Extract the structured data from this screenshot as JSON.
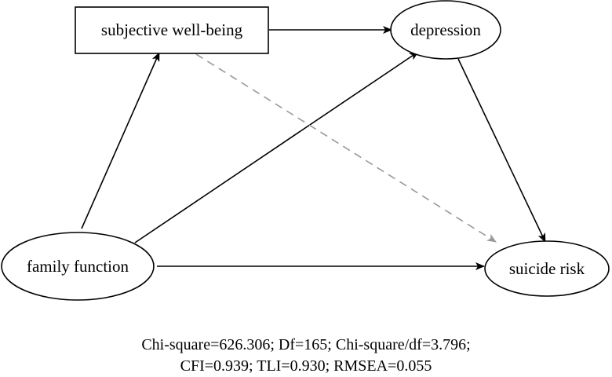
{
  "nodes": {
    "subjective_well_being": "subjective well-being",
    "depression": "depression",
    "family_function": "family function",
    "suicide_risk": "suicide risk"
  },
  "paths": [
    {
      "from": "family function",
      "to": "subjective well-being",
      "style": "solid"
    },
    {
      "from": "family function",
      "to": "depression",
      "style": "solid"
    },
    {
      "from": "family function",
      "to": "suicide risk",
      "style": "solid"
    },
    {
      "from": "subjective well-being",
      "to": "depression",
      "style": "solid"
    },
    {
      "from": "depression",
      "to": "suicide risk",
      "style": "solid"
    },
    {
      "from": "subjective well-being",
      "to": "suicide risk",
      "style": "dashed"
    }
  ],
  "fit_indices": {
    "line1": "Chi-square=626.306; Df=165; Chi-square/df=3.796;",
    "line2": "CFI=0.939; TLI=0.930; RMSEA=0.055"
  },
  "colors": {
    "solid_path": "#000000",
    "dashed_path": "#999999",
    "node_fill": "#ffffff",
    "node_stroke": "#000000"
  }
}
